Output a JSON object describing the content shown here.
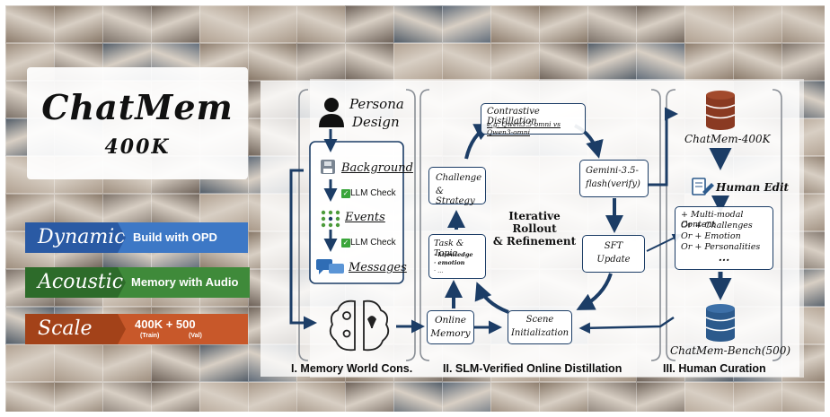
{
  "logo": {
    "title": "ChatMem",
    "subtitle": "400K"
  },
  "banners": [
    {
      "tag": "Dynamic",
      "text": "Build with OPD",
      "color": "#3d78c6",
      "tag_color": "#2a5aa4"
    },
    {
      "tag": "Acoustic",
      "text": "Memory with Audio",
      "color": "#3f8a3a",
      "tag_color": "#2d6b2a"
    },
    {
      "tag": "Scale",
      "text": "400K + 500",
      "sub_a": "(Train)",
      "sub_b": "(Val)",
      "color": "#c8582a",
      "tag_color": "#a34219"
    }
  ],
  "stage1": {
    "persona_a": "Persona",
    "persona_b": "Design",
    "background": "Background",
    "check1": "LLM Check",
    "events": "Events",
    "check2": "LLM Check",
    "messages": "Messages",
    "caption": "I. Memory World Cons."
  },
  "stage2": {
    "contrastive": "Contrastive Distillation",
    "contrastive_eg": "e.g. Qwen3.5-omni vs Qwen3-omni",
    "challenge_a": "Challenge",
    "challenge_b": "& Strategy",
    "gemini_a": "Gemini-3.5-",
    "gemini_b": "flash(verify)",
    "iter_a": "Iterative Rollout",
    "iter_b": "& Refinement",
    "task": "Task & Topic",
    "task_items": [
      "· knowledge",
      "· emotion",
      "· ..."
    ],
    "sft_a": "SFT",
    "sft_b": "Update",
    "online_a": "Online",
    "online_b": "Memory",
    "scene_a": "Scene",
    "scene_b": "Initialization",
    "caption": "II. SLM-Verified Online Distillation"
  },
  "stage3": {
    "db1": "ChatMem-400K",
    "human_edit": "Human Edit",
    "options": [
      "+ Multi-modal Content",
      "Or + Challenges",
      "Or + Emotion",
      "Or + Personalities",
      "..."
    ],
    "db2": "ChatMem-Bench(500)",
    "caption": "III. Human Curation"
  },
  "colors": {
    "navy": "#1c3d66",
    "db": "#8a3a22",
    "db2": "#2c5a8c",
    "check": "#3aa53a"
  }
}
